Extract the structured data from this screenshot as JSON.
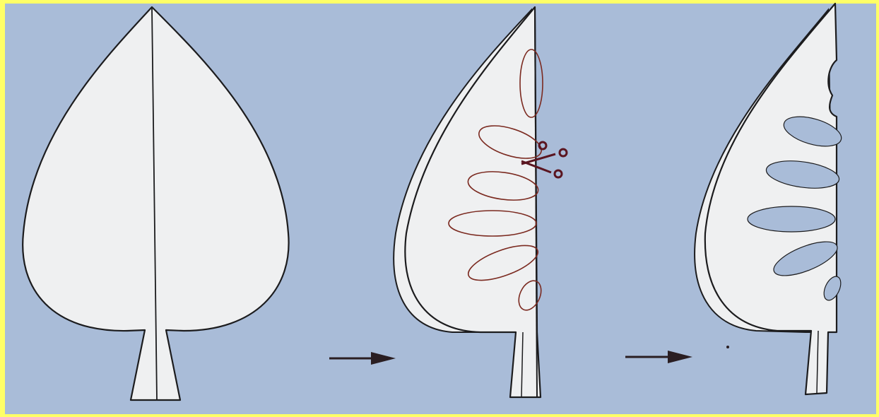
{
  "colors": {
    "frame": "#ffff66",
    "background": "#a9bcd8",
    "paper": "#eff0f1",
    "outline": "#1c1c1e",
    "cut_guide": "#7b2a20",
    "cutout": "#a9bcd8",
    "arrow": "#2a1e22",
    "scissors": "#5a1520"
  },
  "steps": [
    {
      "name": "full-leaf",
      "description_icon": "leaf-outline-with-midrib"
    },
    {
      "name": "folded-leaf-with-pattern",
      "description_icon": "folded-leaf-with-scissors"
    },
    {
      "name": "cut-leaf",
      "description_icon": "folded-leaf-with-cutouts"
    }
  ],
  "icons": [
    "arrow-right-icon",
    "scissors-icon"
  ]
}
